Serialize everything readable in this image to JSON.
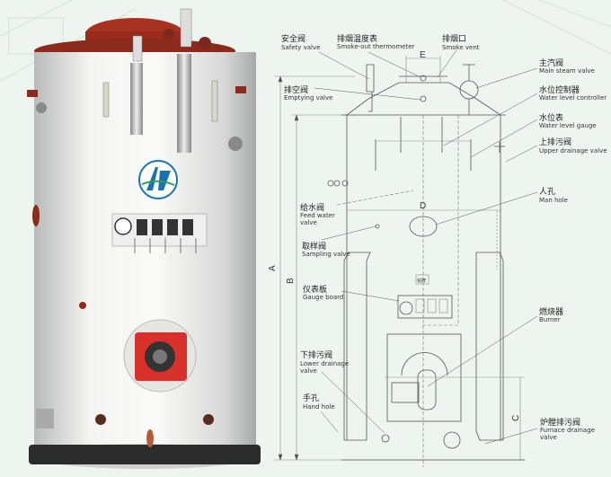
{
  "dimensions": {
    "A": "A",
    "B": "B",
    "C": "C",
    "D": "D",
    "E": "E"
  },
  "labels": {
    "safety_valve": {
      "cn": "安全阀",
      "en": "Safety valve"
    },
    "smoke_thermometer": {
      "cn": "排烟温度表",
      "en": "Smoke-out thermometer"
    },
    "smoke_vent": {
      "cn": "排烟口",
      "en": "Smoke vent"
    },
    "main_steam_valve": {
      "cn": "主汽阀",
      "en": "Main steam valve"
    },
    "emptying_valve": {
      "cn": "排空阀",
      "en": "Emptying valve"
    },
    "water_level_controller": {
      "cn": "水位控制器",
      "en": "Water level controller"
    },
    "water_level_gauge": {
      "cn": "水位表",
      "en": "Water level gauge"
    },
    "upper_drainage_valve": {
      "cn": "上排污阀",
      "en": "Upper drainage valve"
    },
    "feed_water_valve": {
      "cn": "给水阀",
      "en1": "Feed water",
      "en2": "valve"
    },
    "man_hole": {
      "cn": "人孔",
      "en": "Man hole"
    },
    "sampling_valve": {
      "cn": "取样阀",
      "en": "Sampling valve"
    },
    "gauge_board": {
      "cn": "仪表板",
      "en": "Gauge board"
    },
    "burner": {
      "cn": "燃烧器",
      "en": "Burner"
    },
    "lower_drainage_valve": {
      "cn": "下排污阀",
      "en1": "Lower drainage",
      "en2": "valve"
    },
    "hand_hole": {
      "cn": "手孔",
      "en": "Hand hole"
    },
    "furnace_drainage_valve": {
      "cn": "炉膛排污阀",
      "en1": "Furnace drainage",
      "en2": "valve"
    }
  },
  "nameplate": "铭牌",
  "colors": {
    "background": "#eef5f0",
    "body": "#f2f2f0",
    "cap": "#a83222",
    "burner": "#d8302a",
    "logo": "#1d6fb8"
  }
}
